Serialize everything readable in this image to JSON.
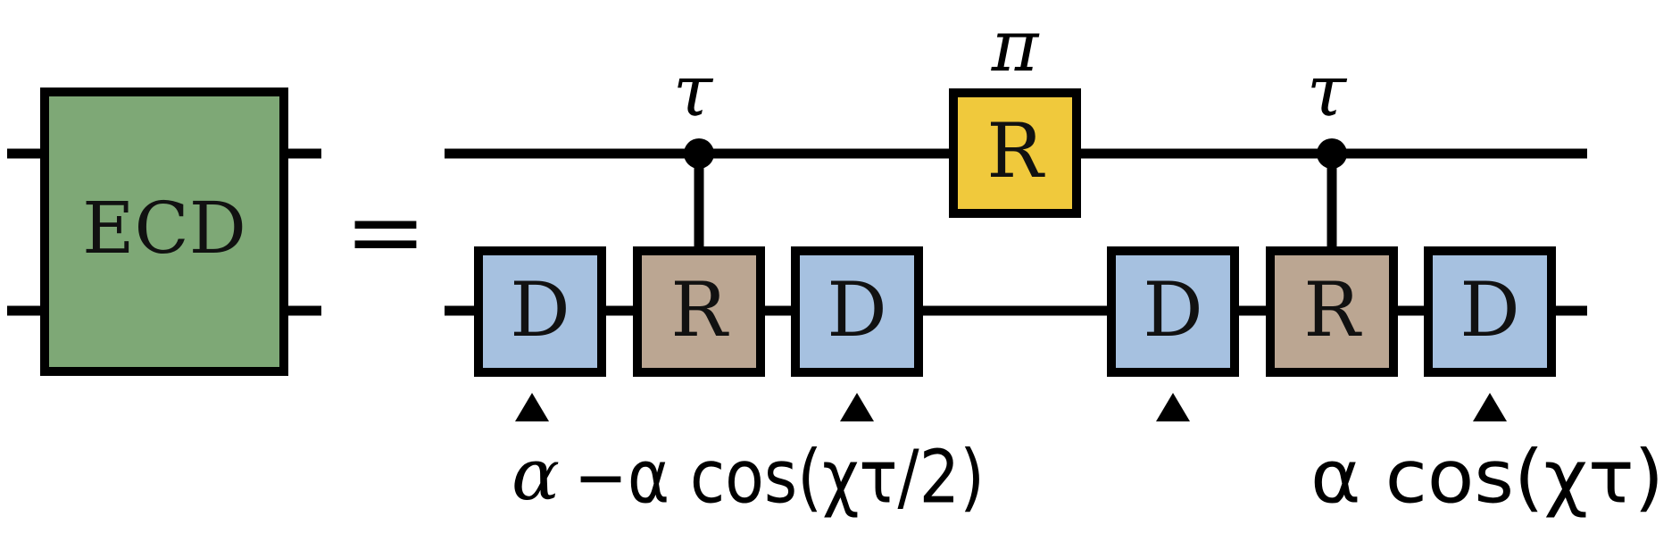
{
  "diagram": {
    "composite": {
      "label": "ECD",
      "fill": "#7ea876"
    },
    "equals": "=",
    "top_gates": [
      {
        "label": "R",
        "param": "π",
        "fill": "#f0c93c"
      }
    ],
    "controls": [
      {
        "param": "τ"
      },
      {
        "param": "τ"
      }
    ],
    "bottom_gates": [
      {
        "label": "D",
        "fill": "#a6c1e0"
      },
      {
        "label": "R",
        "fill": "#bba692"
      },
      {
        "label": "D",
        "fill": "#a6c1e0"
      },
      {
        "label": "D",
        "fill": "#a6c1e0"
      },
      {
        "label": "R",
        "fill": "#bba692"
      },
      {
        "label": "D",
        "fill": "#a6c1e0"
      }
    ],
    "displacements": [
      {
        "label": "α"
      },
      {
        "label": "−α cos(χτ/2)"
      },
      {
        "label": "α cos(χτ)"
      }
    ]
  }
}
